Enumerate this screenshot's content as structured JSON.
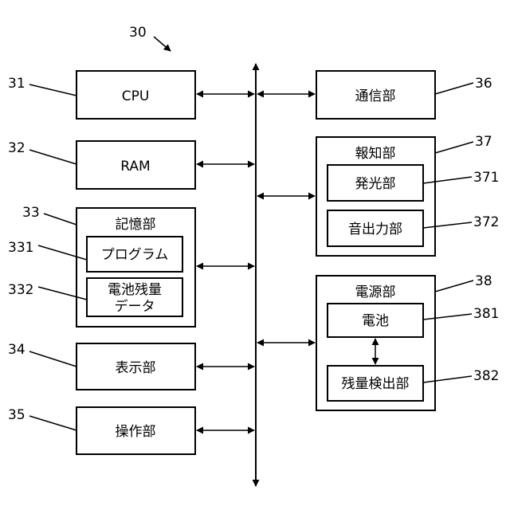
{
  "figure_ref": "30",
  "blocks": {
    "cpu": {
      "label": "CPU",
      "ref": "31"
    },
    "ram": {
      "label": "RAM",
      "ref": "32"
    },
    "storage": {
      "label": "記憶部",
      "ref": "33",
      "program": {
        "label": "プログラム",
        "ref": "331"
      },
      "battery_data": {
        "line1": "電池残量",
        "line2": "データ",
        "ref": "332"
      }
    },
    "display": {
      "label": "表示部",
      "ref": "34"
    },
    "operation": {
      "label": "操作部",
      "ref": "35"
    },
    "communication": {
      "label": "通信部",
      "ref": "36"
    },
    "notification": {
      "label": "報知部",
      "ref": "37",
      "light": {
        "label": "発光部",
        "ref": "371"
      },
      "sound": {
        "label": "音出力部",
        "ref": "372"
      }
    },
    "power": {
      "label": "電源部",
      "ref": "38",
      "battery": {
        "label": "電池",
        "ref": "381"
      },
      "remaining": {
        "label": "残量検出部",
        "ref": "382"
      }
    }
  }
}
